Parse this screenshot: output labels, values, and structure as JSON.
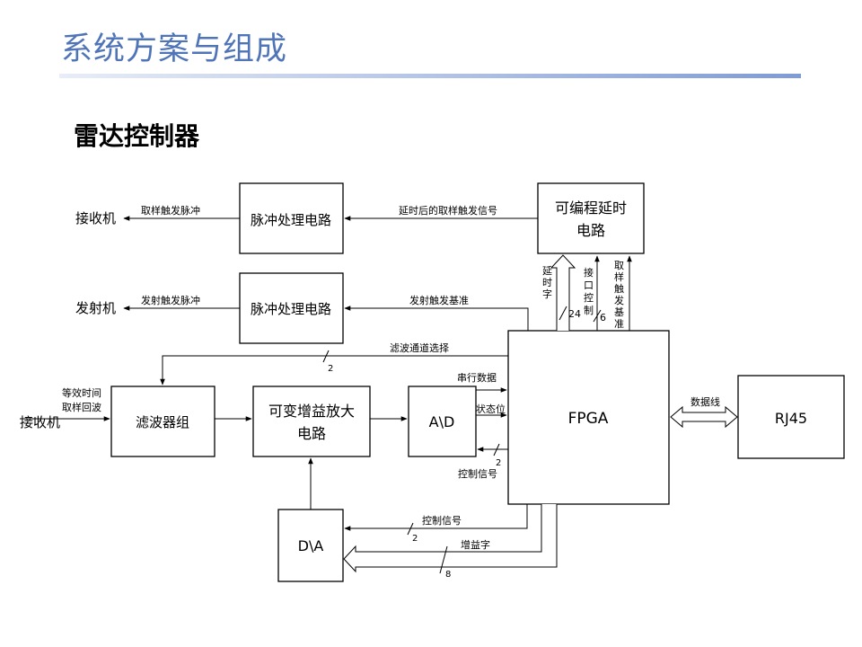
{
  "header": {
    "title": "系统方案与组成"
  },
  "section": {
    "title": "雷达控制器"
  },
  "diagram": {
    "blocks": {
      "pulse1": "脉冲处理电路",
      "pulse2": "脉冲处理电路",
      "delay_line1": "可编程延时",
      "delay_line2": "电路",
      "fpga": "FPGA",
      "rj45": "RJ45",
      "filter": "滤波器组",
      "amp_line1": "可变增益放大",
      "amp_line2": "电路",
      "ad": "A\\D",
      "da": "D\\A"
    },
    "endpoints": {
      "receiver_top": "接收机",
      "transmitter": "发射机",
      "receiver_input": "接收机"
    },
    "labels": {
      "sample_trigger_pulse": "取样触发脉冲",
      "delayed_sample_trigger": "延时后的取样触发信号",
      "transmit_trigger_pulse": "发射触发脉冲",
      "transmit_trigger_ref": "发射触发基准",
      "filter_channel_select": "滤波通道选择",
      "equiv_time_line1": "等效时间",
      "equiv_time_line2": "取样回波",
      "serial_data": "串行数据",
      "status_bit": "状态位",
      "control_signal_ad": "控制信号",
      "data_line": "数据线",
      "control_signal_da": "控制信号",
      "gain_word": "增益字",
      "delay_word_1": "延",
      "delay_word_2": "时",
      "delay_word_3": "字",
      "interface_ctrl_1": "接",
      "interface_ctrl_2": "口",
      "interface_ctrl_3": "控",
      "interface_ctrl_4": "制",
      "sample_trig_ref_1": "取",
      "sample_trig_ref_2": "样",
      "sample_trig_ref_3": "触",
      "sample_trig_ref_4": "发",
      "sample_trig_ref_5": "基",
      "sample_trig_ref_6": "准"
    },
    "bus_widths": {
      "filter_select": "2",
      "ad_control": "2",
      "da_control": "2",
      "gain_word": "8",
      "delay_word": "24",
      "interface_ctrl": "6"
    }
  }
}
